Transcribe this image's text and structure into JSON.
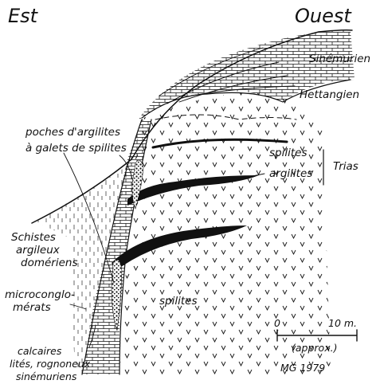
{
  "header": {
    "left_direction": "Est",
    "right_direction": "Ouest"
  },
  "labels": {
    "sinemurien": "Sinémurien",
    "hettangien": "Hettangien",
    "poches_line1": "poches d'argilites",
    "poches_line2": "à galets de spilites",
    "spilites_upper": "spilites",
    "argilites": "argilites",
    "trias": "Trias",
    "schistes_line1": "Schistes",
    "schistes_line2": "argileux",
    "schistes_line3": "domériens",
    "micro_line1": "microconglo-",
    "micro_line2": "mérats",
    "spilites_lower": "spilites",
    "calcaires_line1": "calcaires",
    "calcaires_line2": "lités, rognoneux",
    "calcaires_line3": "sinémuriens"
  },
  "scale": {
    "start": "0",
    "end": "10 m.",
    "note": "(approx.)"
  },
  "signature": "MG 1979"
}
